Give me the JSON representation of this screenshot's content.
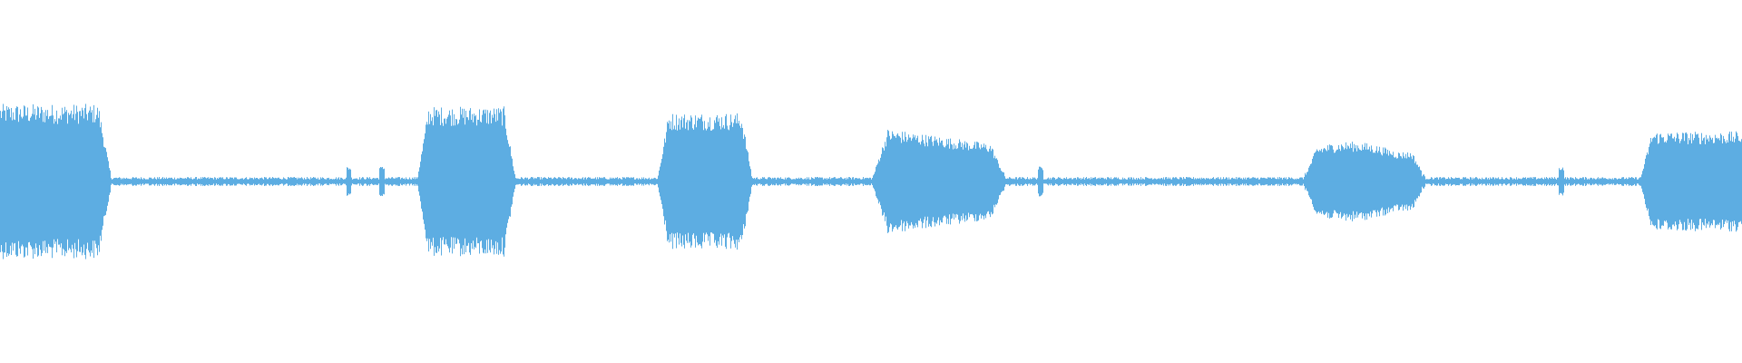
{
  "waveform": {
    "color": "#5dade2",
    "duration_fraction_segments": [
      {
        "start": 0.0,
        "end": 0.064,
        "amplitude": 0.62,
        "shape": "block"
      },
      {
        "start": 0.239,
        "end": 0.296,
        "amplitude": 0.6,
        "shape": "block"
      },
      {
        "start": 0.377,
        "end": 0.432,
        "amplitude": 0.55,
        "shape": "block"
      },
      {
        "start": 0.5,
        "end": 0.578,
        "amplitude": 0.44,
        "shape": "decay"
      },
      {
        "start": 0.747,
        "end": 0.819,
        "amplitude": 0.32,
        "shape": "hump"
      },
      {
        "start": 0.941,
        "end": 1.0,
        "amplitude": 0.4,
        "shape": "block"
      }
    ],
    "silence_amplitude": 0.03,
    "clicks": [
      0.2,
      0.219,
      0.597,
      0.896
    ]
  }
}
